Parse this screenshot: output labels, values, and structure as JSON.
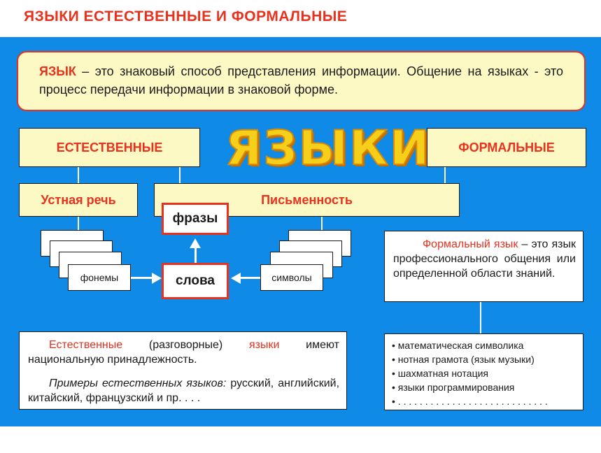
{
  "title": "ЯЗЫКИ  ЕСТЕСТВЕННЫЕ  И  ФОРМАЛЬНЫЕ",
  "definition": {
    "term": "ЯЗЫК",
    "text": " – это знаковый  способ  представления  информации. Общение  на  языках  - это  процесс  передачи  информации  в  знаковой  форме."
  },
  "center_word": "ЯЗЫКИ",
  "natural": {
    "label": "ЕСТЕСТВЕННЫЕ"
  },
  "formal": {
    "label": "ФОРМАЛЬНЫЕ"
  },
  "oral": {
    "label": "Устная  речь"
  },
  "written": {
    "label": "Письменность"
  },
  "nodes": {
    "phonemes": "фонемы",
    "words": "слова",
    "phrases": "фразы",
    "symbols": "символы"
  },
  "formal_definition": {
    "term": "Формальный  язык",
    "text": "  –  это  язык  профессионального  общения  или  определенной  области  знаний."
  },
  "natural_description": {
    "term1": "Естественные",
    "mid1": "  (разговорные)  ",
    "term2": "языки",
    "rest1": "  имеют  национальную принадлежность.",
    "examples_label": "Примеры  естественных  языков:",
    "examples_text": "  русский,  английский, китайский, французский и пр.   . . ."
  },
  "formal_examples": [
    "математическая символика",
    "нотная грамота  (язык музыки)",
    "шахматная  нотация",
    "языки программирования",
    ". . . . . . . . . . . . . . . . . . . . . . . . . . . ."
  ],
  "colors": {
    "accent_red": "#e8321e",
    "background_blue": "#0f8ae6",
    "box_yellow": "#fdf9c4",
    "title_gold": "#f5cf1a"
  }
}
